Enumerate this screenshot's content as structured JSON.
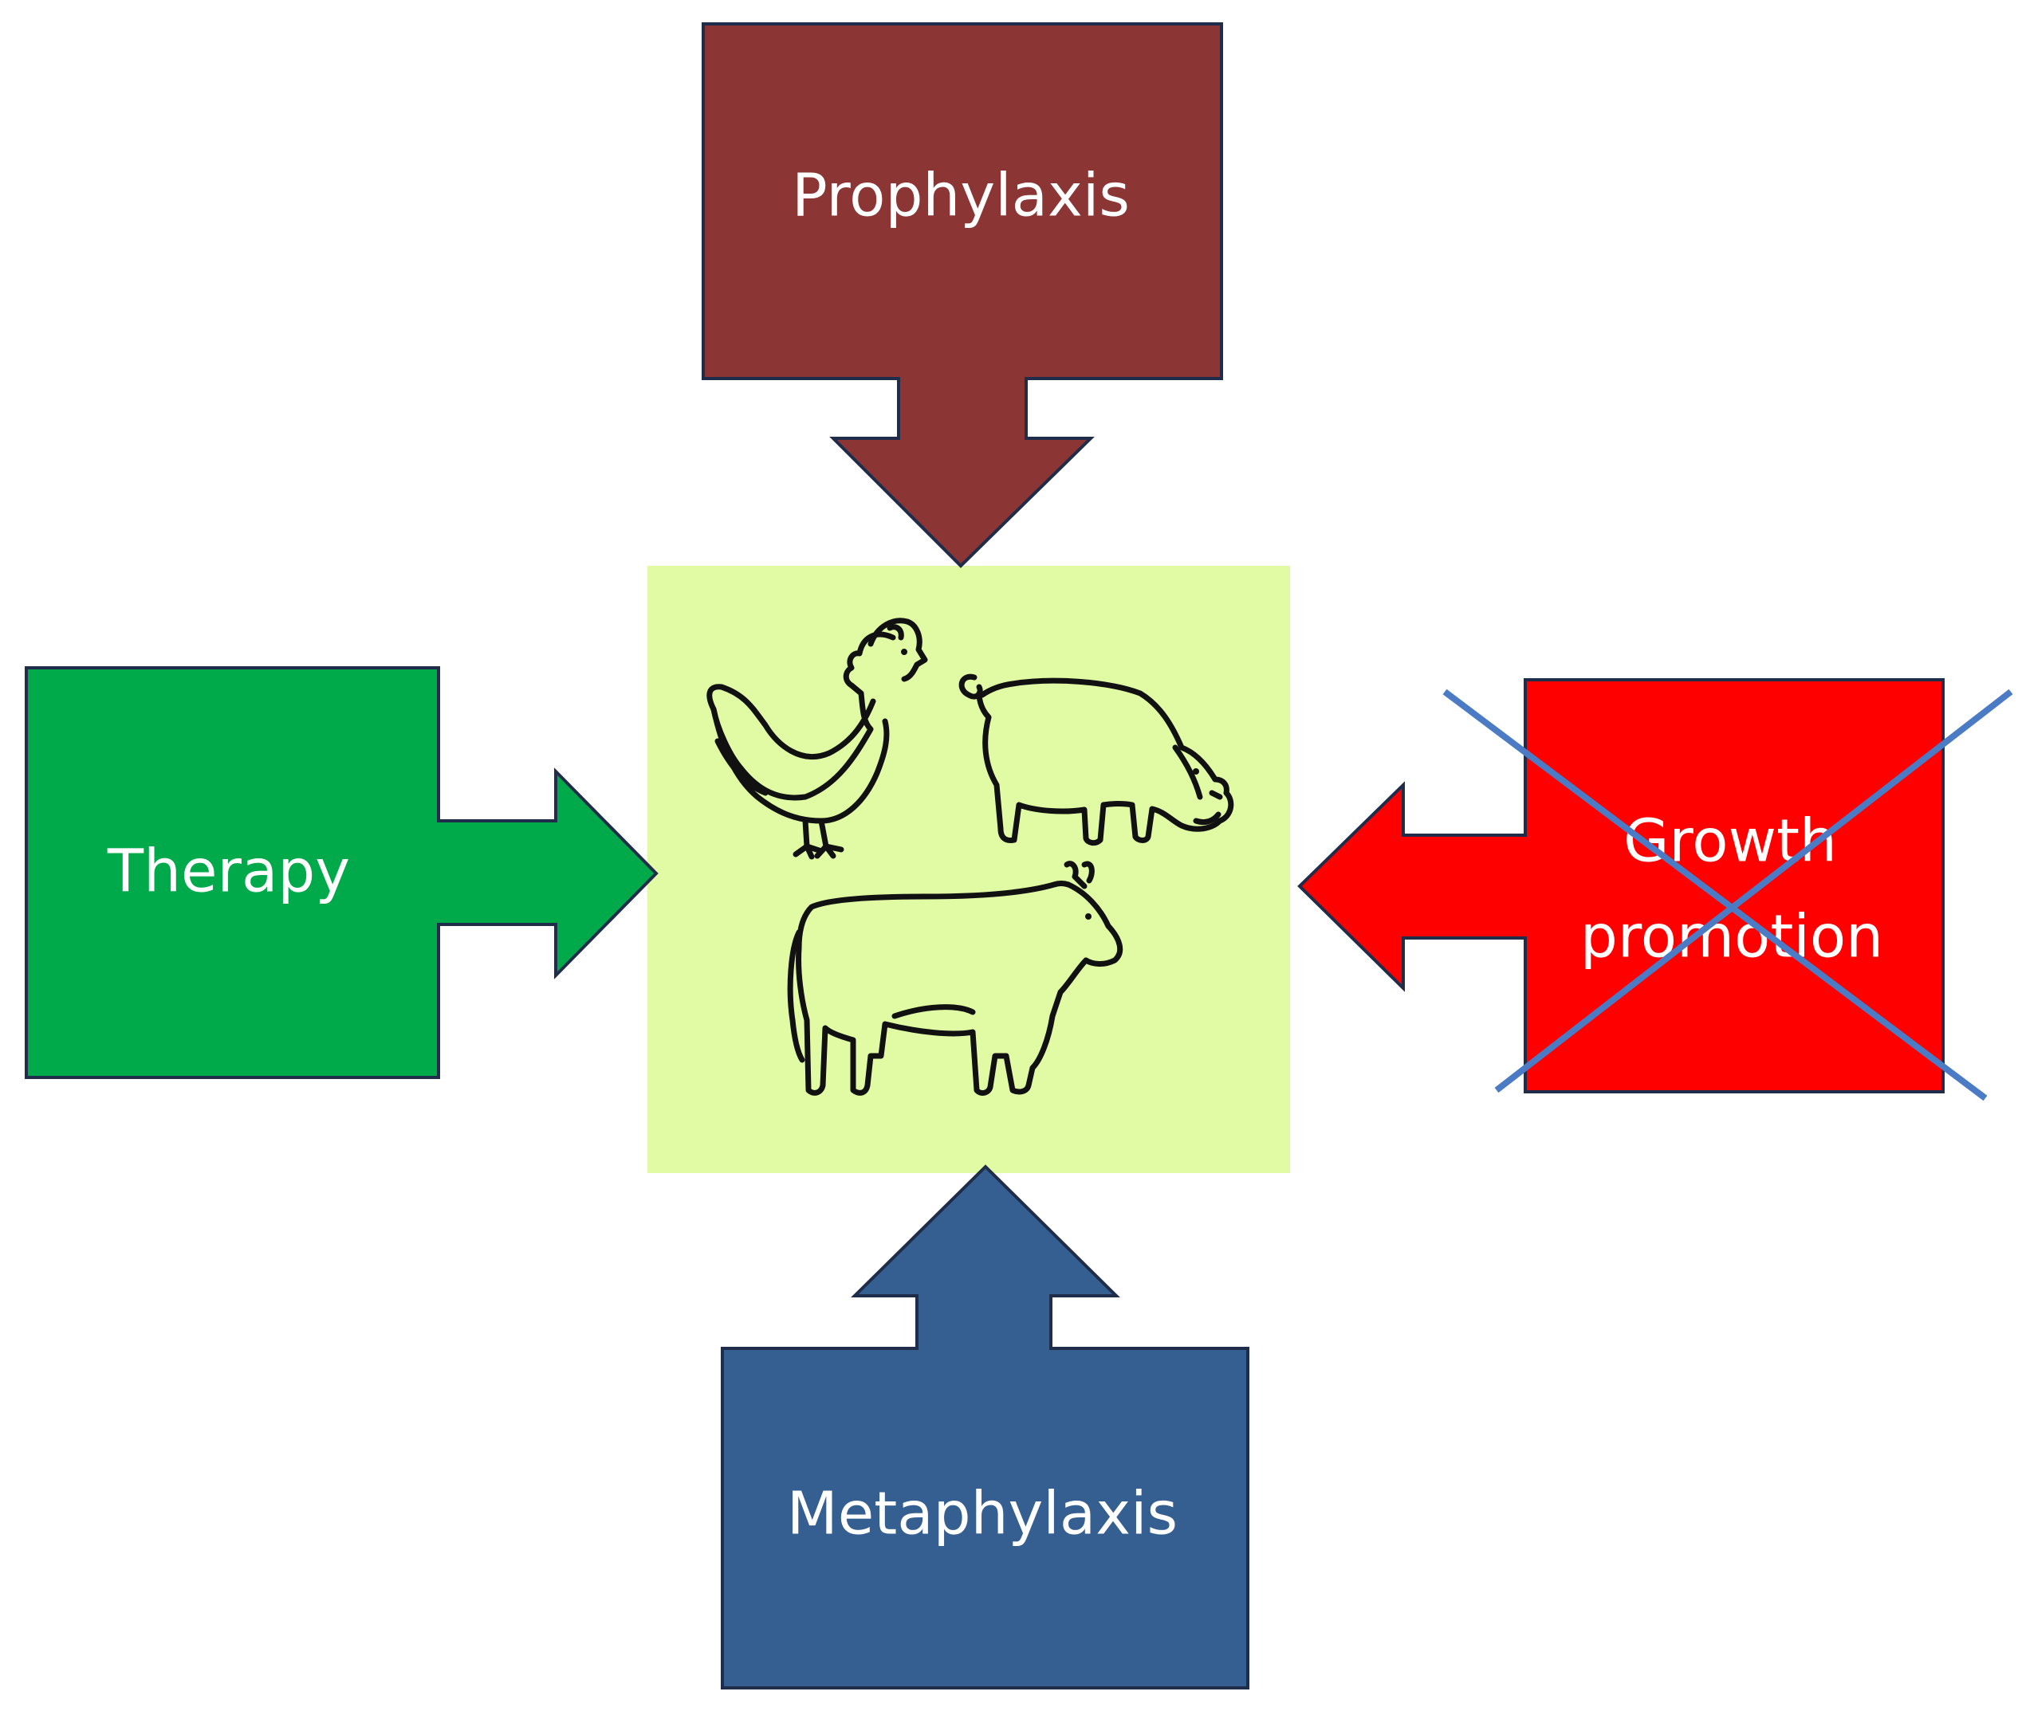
{
  "colors": {
    "prophylaxis": "#8B3535",
    "therapy": "#00AA4B",
    "metaphylaxis": "#365F91",
    "growth_promotion": "#FF0000",
    "center_fill": "#E1FBA5",
    "cross": "#4A7BC4",
    "outline": "#1F2D4A"
  },
  "callouts": {
    "prophylaxis": {
      "label": "Prophylaxis"
    },
    "therapy": {
      "label": "Therapy"
    },
    "metaphylaxis": {
      "label": "Metaphylaxis"
    },
    "growth_promotion": {
      "line1": "Growth",
      "line2": "promotion",
      "crossed_out": true
    }
  },
  "center": {
    "icons": [
      "chicken-icon",
      "pig-icon",
      "cow-icon"
    ]
  }
}
